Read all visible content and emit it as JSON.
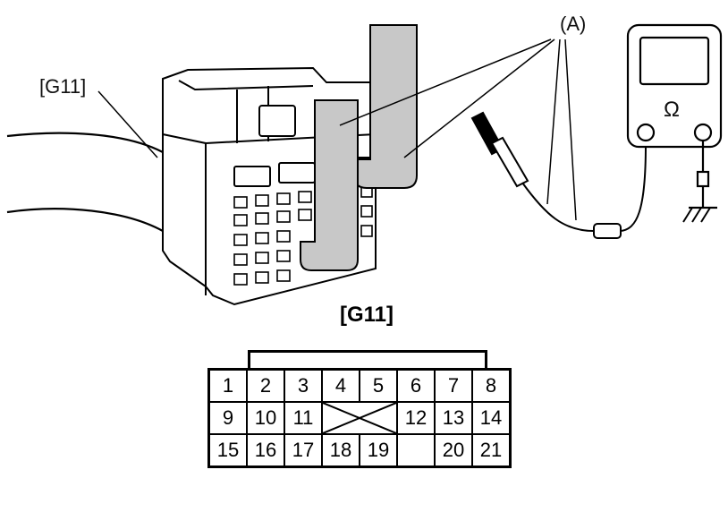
{
  "illustration": {
    "connector_label": "[G11]",
    "leads_label": "(A)",
    "meter_symbol": "Ω"
  },
  "pinout": {
    "title": "[G11]",
    "row1": [
      "1",
      "2",
      "3",
      "4",
      "5",
      "6",
      "7",
      "8"
    ],
    "row2": [
      "9",
      "10",
      "11",
      "12",
      "13",
      "14"
    ],
    "row3": [
      "15",
      "16",
      "17",
      "18",
      "19",
      "20",
      "21"
    ]
  }
}
